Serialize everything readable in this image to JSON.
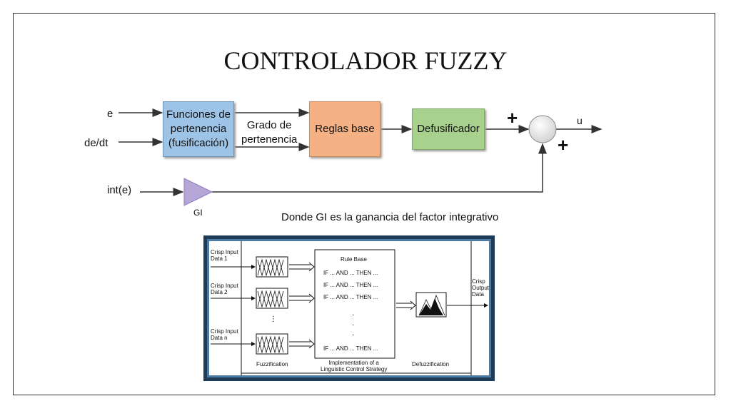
{
  "title": "CONTROLADOR FUZZY",
  "inputs": {
    "e": "e",
    "dedt": "de/dt",
    "inte": "int(e)"
  },
  "blocks": {
    "fuzzification": "Funciones de\npertenencia\n(fusificación)",
    "grado": "Grado de\npertenencia",
    "rules": "Reglas base",
    "defuz": "Defusificador"
  },
  "gain_label": "GI",
  "sum_signs": {
    "top": "+",
    "bottom": "+"
  },
  "output": "u",
  "caption": "Donde GI es la ganancia del factor integrativo",
  "inset": {
    "crisp_inputs": [
      "Crisp Input\nData 1",
      "Crisp Input\nData 2",
      "Crisp Input\nData n"
    ],
    "rule_base_title": "Rule Base",
    "rule_lines": [
      "IF ... AND ... THEN ...",
      "IF ... AND ... THEN ...",
      "IF ... AND ... THEN ...",
      "IF ... AND ... THEN ..."
    ],
    "crisp_output": "Crisp\nOutput\nData",
    "footer_fuzz": "Fuzzification",
    "footer_impl": "Implementation of a\nLinguistic Control Strategy",
    "footer_defuzz": "Defuzzification"
  },
  "colors": {
    "fuzz_box": "#9dc3e6",
    "rules_box": "#f4b183",
    "defuz_box": "#a9d18e",
    "gain": "#b4a7d6"
  }
}
